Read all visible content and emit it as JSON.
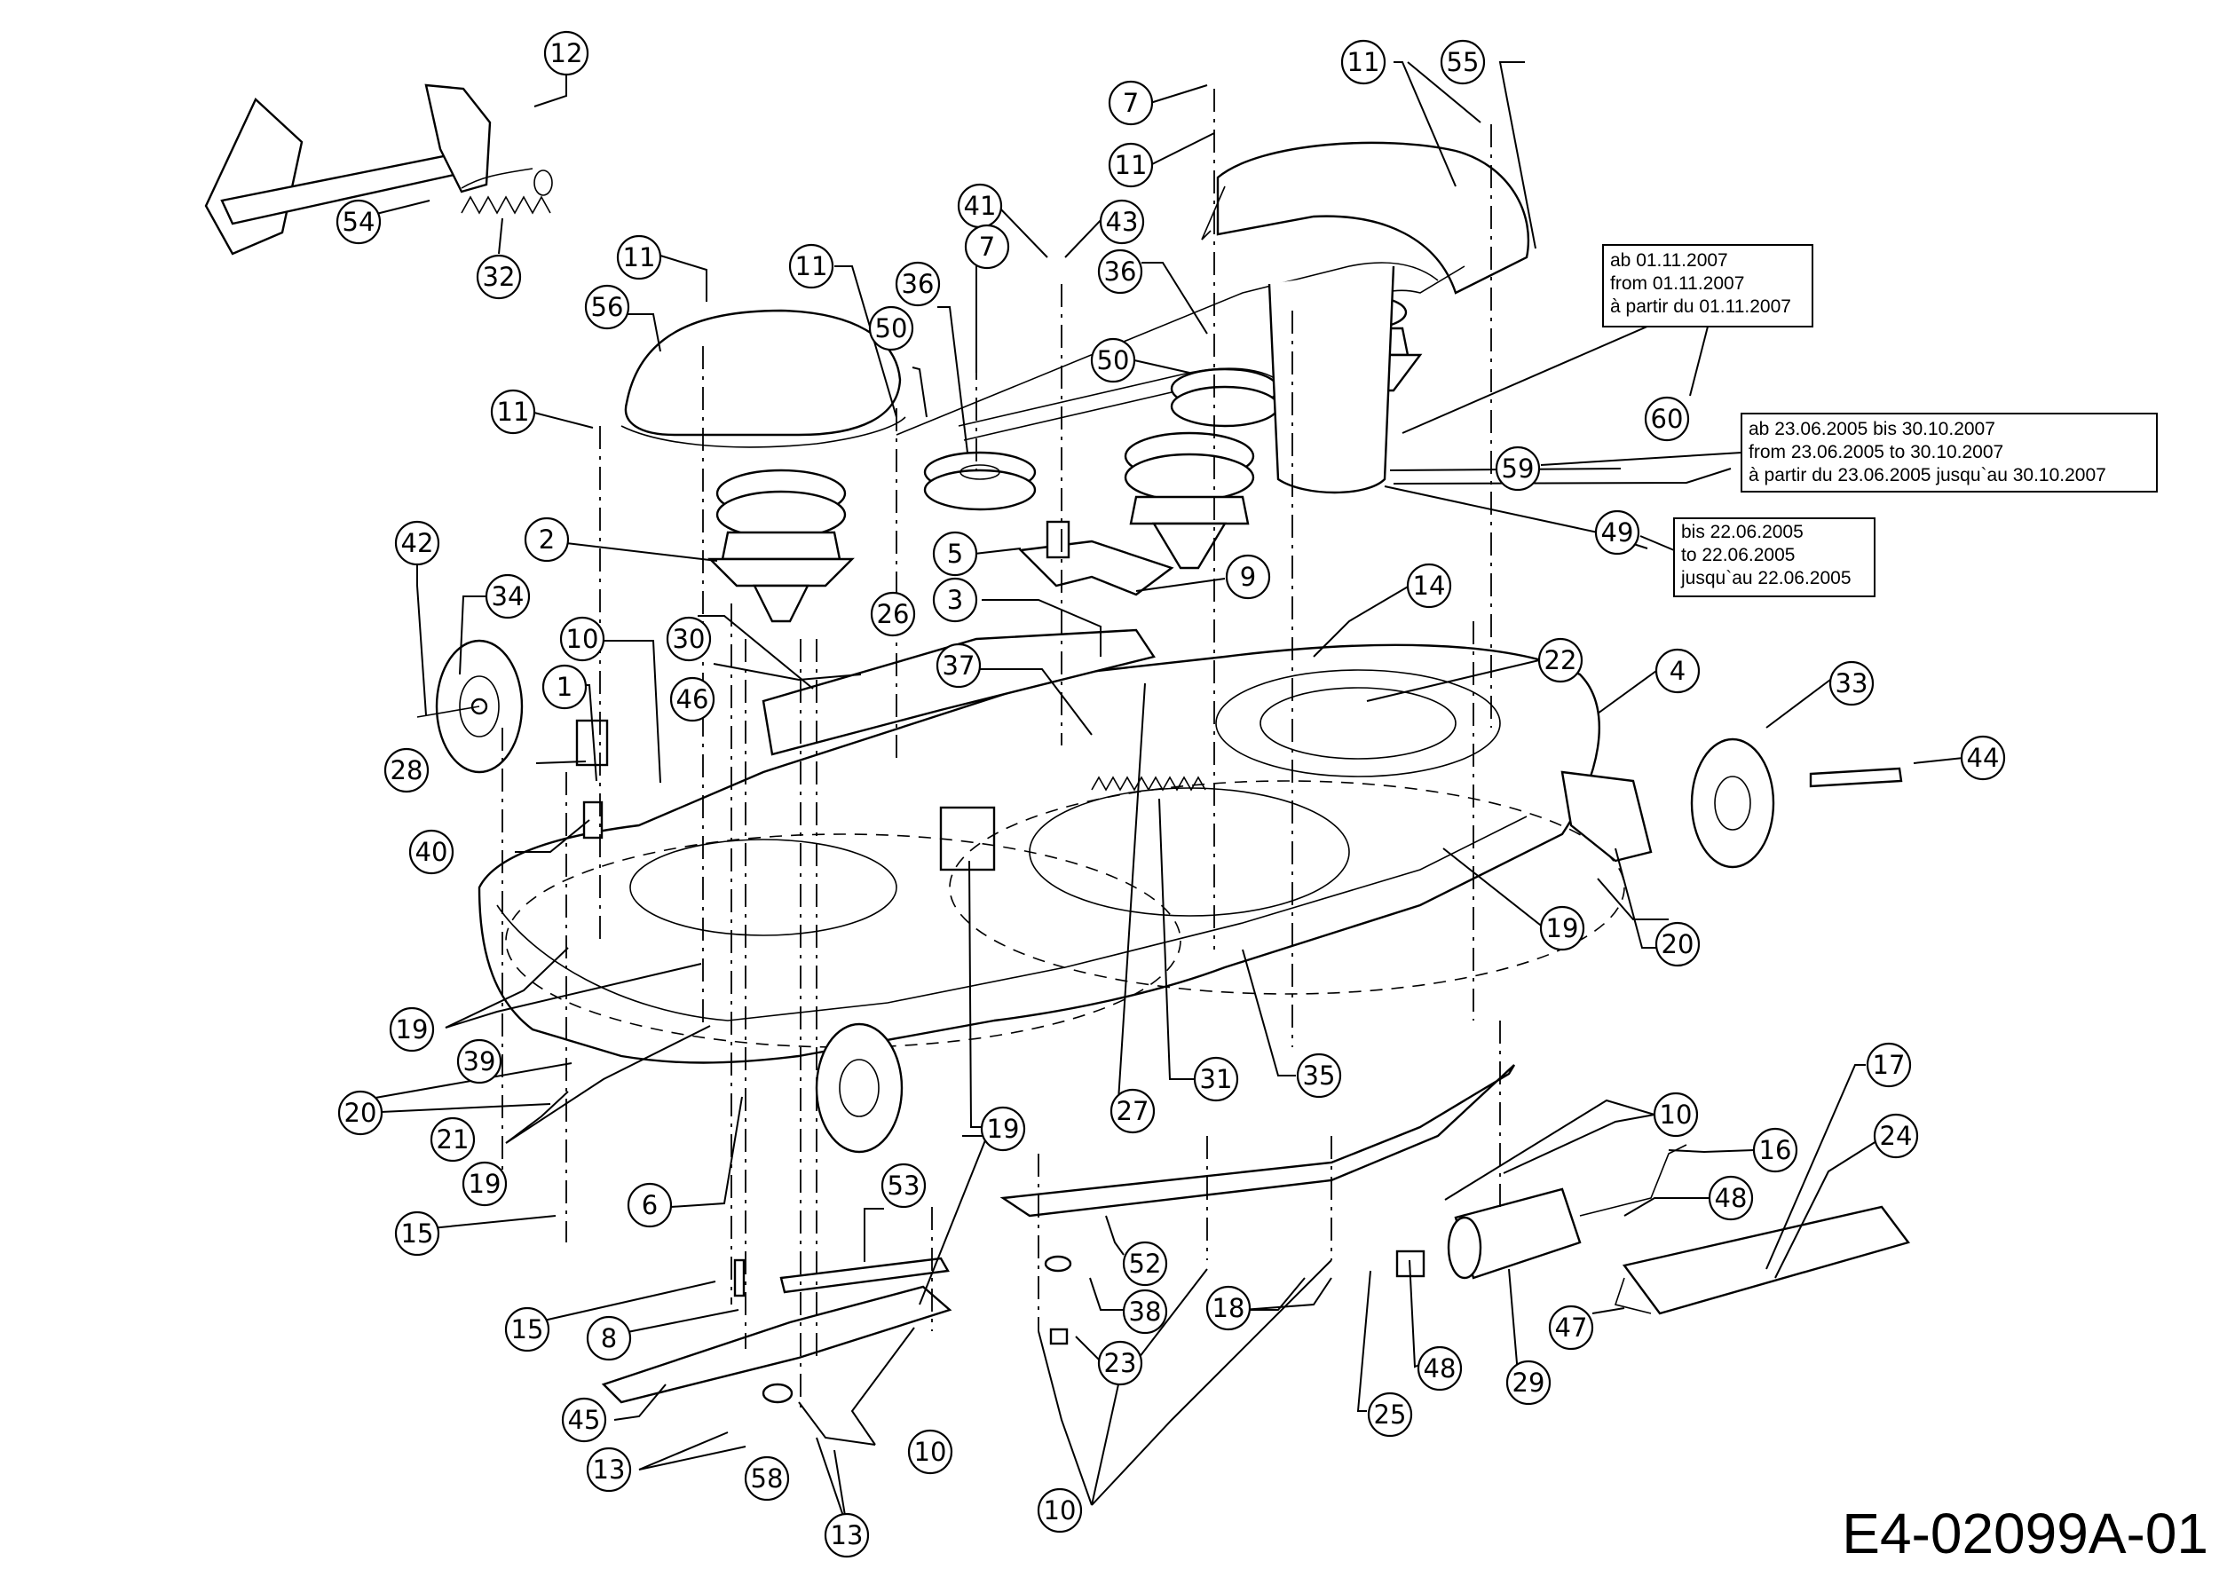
{
  "drawing_number": "E4-02099A-01",
  "notes": {
    "n60": [
      "ab 01.11.2007",
      "from 01.11.2007",
      "à partir du 01.11.2007"
    ],
    "n59": [
      "ab 23.06.2005 bis 30.10.2007",
      "from 23.06.2005 to 30.10.2007",
      "à partir du 23.06.2005 jusqu`au 30.10.2007"
    ],
    "n49": [
      "bis 22.06.2005",
      "to 22.06.2005",
      "jusqu`au 22.06.2005"
    ]
  },
  "callouts": [
    "12",
    "7",
    "11",
    "55",
    "54",
    "32",
    "11",
    "11",
    "56",
    "41",
    "43",
    "7",
    "36",
    "36",
    "50",
    "50",
    "11",
    "60",
    "59",
    "49",
    "2",
    "5",
    "9",
    "42",
    "34",
    "10",
    "1",
    "3",
    "14",
    "26",
    "30",
    "46",
    "37",
    "22",
    "4",
    "33",
    "44",
    "28",
    "40",
    "19",
    "20",
    "19",
    "39",
    "20",
    "21",
    "19",
    "15",
    "6",
    "19",
    "27",
    "31",
    "35",
    "17",
    "10",
    "16",
    "24",
    "48",
    "53",
    "52",
    "38",
    "18",
    "15",
    "8",
    "23",
    "48",
    "29",
    "47",
    "25",
    "45",
    "13",
    "58",
    "10",
    "13",
    "10"
  ]
}
